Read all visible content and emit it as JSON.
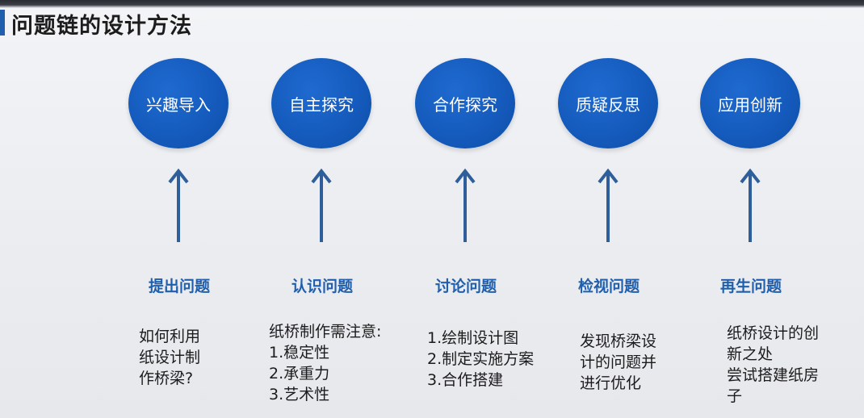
{
  "page": {
    "title": "问题链的设计方法"
  },
  "colors": {
    "accent": "#1f5fae",
    "circle": "#155bbd",
    "arrow": "#2f5f9a",
    "text": "#1c1c1c"
  },
  "steps": [
    {
      "stage": "兴趣导入",
      "heading": "提出问题",
      "lines": [
        "如何利用",
        "纸设计制",
        "作桥梁?"
      ]
    },
    {
      "stage": "自主探究",
      "heading": "认识问题",
      "lines": [
        "纸桥制作需注意:",
        "1.稳定性",
        "2.承重力",
        "3.艺术性"
      ]
    },
    {
      "stage": "合作探究",
      "heading": "讨论问题",
      "lines": [
        "1.绘制设计图",
        "2.制定实施方案",
        "3.合作搭建"
      ]
    },
    {
      "stage": "质疑反思",
      "heading": "检视问题",
      "lines": [
        "发现桥梁设",
        "计的问题并",
        "进行优化"
      ]
    },
    {
      "stage": "应用创新",
      "heading": "再生问题",
      "lines": [
        "纸桥设计的创",
        "新之处",
        "尝试搭建纸房",
        "子"
      ]
    }
  ]
}
